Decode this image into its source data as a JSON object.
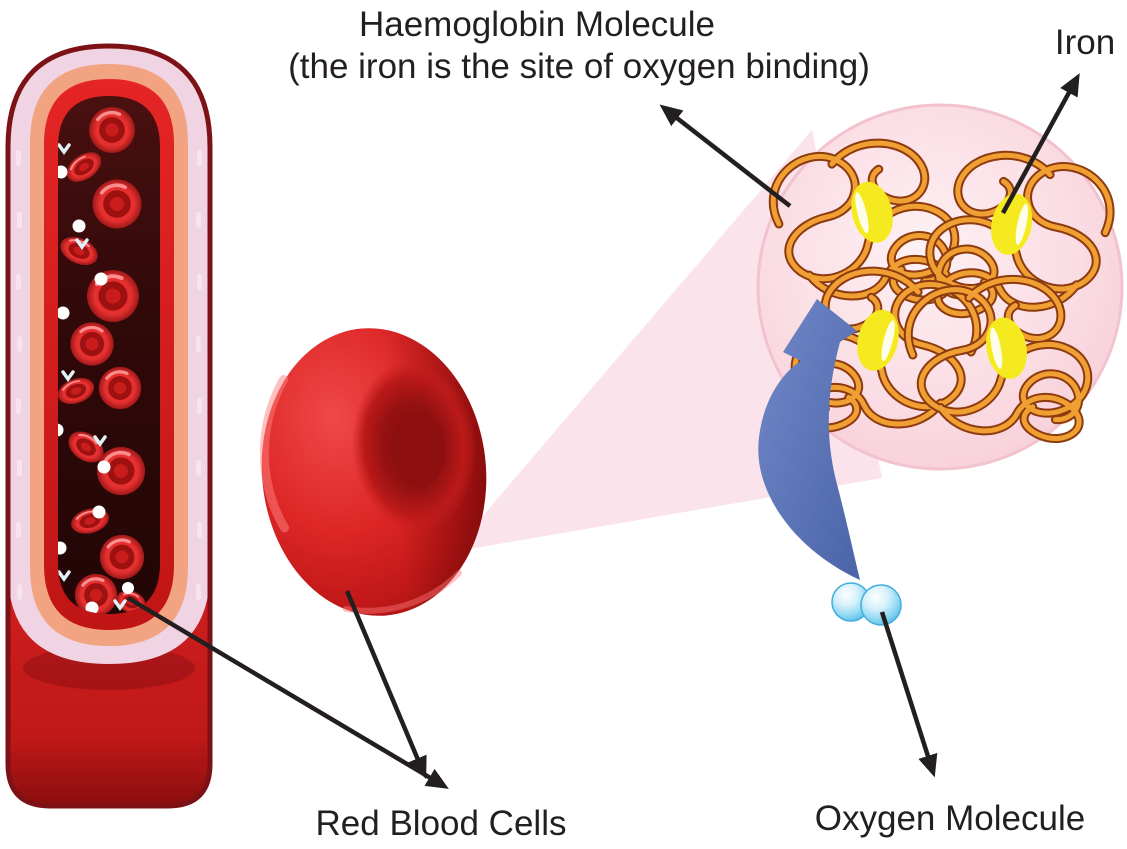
{
  "title": {
    "line1": "Haemoglobin Molecule",
    "line2": "(the iron is the site of oxygen binding)"
  },
  "labels": {
    "iron": "Iron",
    "red_blood_cells": "Red Blood Cells",
    "oxygen_molecule": "Oxygen Molecule"
  },
  "colors": {
    "label-text": "#231f20",
    "arrow-black": "#231f20",
    "vessel-outline": "#7d1216",
    "vessel-pink-layer": "#f0d4e4",
    "vessel-salmon-layer": "#f2a482",
    "vessel-red-layer": "#db2020",
    "vessel-lumen": "#330a0a",
    "rbc-red": "#e32525",
    "rbc-dark": "#9e1111",
    "haemoglobin-circle-pink": "#fadbe2",
    "chain-orange": "#f0a032",
    "chain-outline": "#8c3a10",
    "iron-yellow": "#f4ea1f",
    "oxygen-blue": "#5ec2e8",
    "binding-arrow-blue": "#5873b8",
    "cone-pink": "#fae3eb",
    "platelet-white": "#ffffff"
  }
}
